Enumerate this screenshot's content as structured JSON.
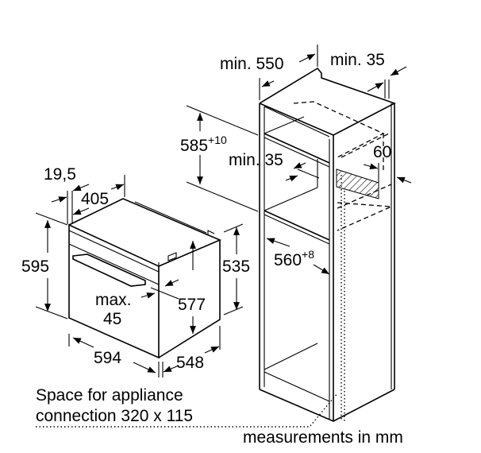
{
  "dimensions": {
    "oven_depth_offset": "19,5",
    "oven_top_depth": "405",
    "oven_height": "595",
    "oven_height_inner": "577",
    "oven_side_height": "535",
    "oven_width": "594",
    "oven_depth": "548",
    "door_clearance_label": "max.",
    "door_clearance_value": "45",
    "cabinet_depth": "min. 550",
    "cabinet_back_gap": "min. 35",
    "niche_height": "585",
    "niche_height_tolerance": "+10",
    "shelf_gap": "min. 35",
    "vent_depth": "60",
    "niche_width": "560",
    "niche_width_tolerance": "+8"
  },
  "notes": {
    "connection_line1": "Space for appliance",
    "connection_line2": "connection 320 x 115",
    "units": "measurements in mm"
  }
}
